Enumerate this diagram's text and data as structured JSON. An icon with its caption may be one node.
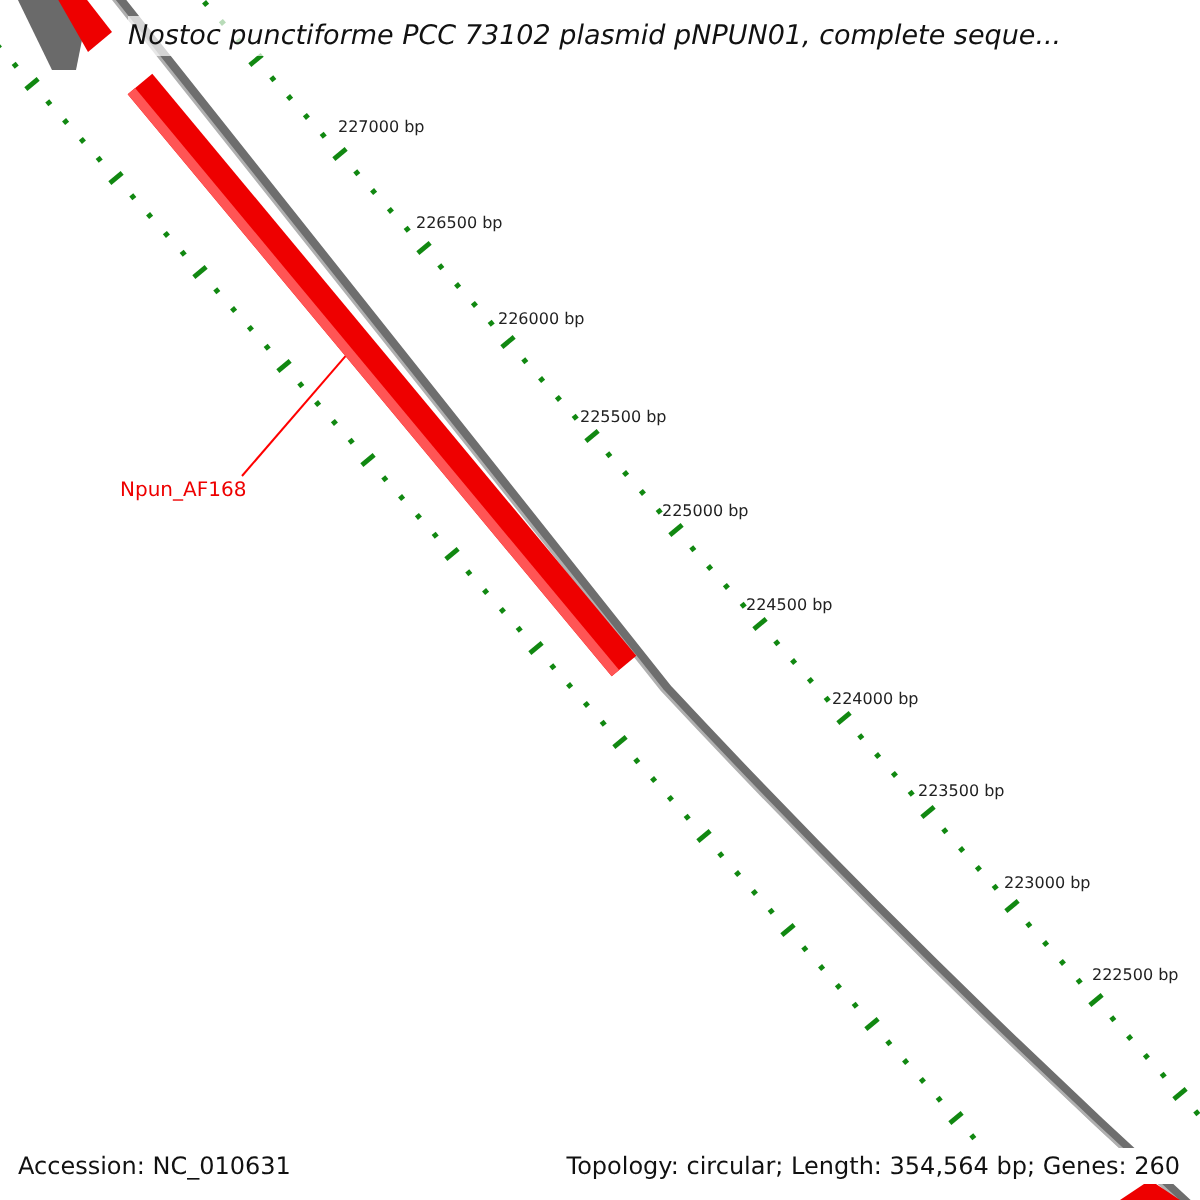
{
  "diagram": {
    "title": "Nostoc punctiforme PCC 73102 plasmid pNPUN01, complete seque...",
    "nodes": [
      {
        "text": [
          "Npun_AF168"
        ]
      },
      {
        "text": [],
        "shape": "bar"
      }
    ],
    "edges": [
      {
        "from": 0,
        "to": 1,
        "arrow": "none",
        "color": "#ff0000"
      }
    ],
    "labels": [
      "227000 bp",
      "226500 bp",
      "226000 bp",
      "225500 bp",
      "225000 bp",
      "224500 bp",
      "224000 bp",
      "223500 bp",
      "223000 bp",
      "222500 bp",
      "Accession: NC_010631",
      "Topology: circular; Length: 354,564 bp; Genes: 260"
    ]
  }
}
